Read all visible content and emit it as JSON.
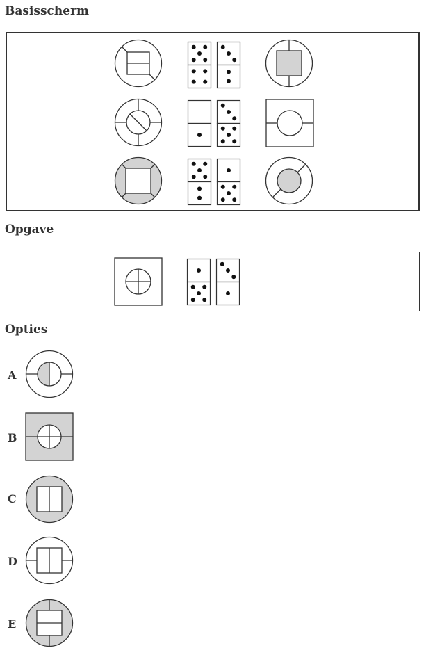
{
  "sections": {
    "base_title": "Basisscherm",
    "task_title": "Opgave",
    "options_title": "Opties"
  },
  "options": [
    {
      "label": "A",
      "icon": "circle-ring-with-gray-half-inner-circle-icon"
    },
    {
      "label": "B",
      "icon": "gray-square-with-circle-cross-icon"
    },
    {
      "label": "C",
      "icon": "gray-circle-with-split-rectangle-icon"
    },
    {
      "label": "D",
      "icon": "circle-with-split-rectangle-and-axis-icon"
    },
    {
      "label": "E",
      "icon": "gray-circle-with-split-rectangle-and-axis-icon"
    }
  ],
  "colors": {
    "border": "#333333",
    "fill_gray": "#d3d3d3",
    "background": "#ffffff"
  },
  "base_grid": [
    [
      {
        "icon": "circle-with-rectangle-icon"
      },
      {
        "dice_top": [
          5,
          3
        ],
        "dice_bottom": [
          4,
          2
        ]
      },
      {
        "icon": "circle-with-gray-square-icon"
      }
    ],
    [
      {
        "icon": "ring-with-slashed-circle-icon"
      },
      {
        "dice_top": [
          0,
          3
        ],
        "dice_bottom": [
          1,
          5
        ]
      },
      {
        "icon": "square-with-circle-icon"
      }
    ],
    [
      {
        "icon": "gray-ring-with-square-icon"
      },
      {
        "dice_top": [
          5,
          1
        ],
        "dice_bottom": [
          2,
          5
        ]
      },
      {
        "icon": "ring-with-gray-circle-icon"
      }
    ]
  ],
  "task": [
    {
      "icon": "square-with-circle-cross-icon"
    },
    {
      "dice_top": [
        1,
        3
      ],
      "dice_bottom": [
        5,
        1
      ]
    }
  ]
}
